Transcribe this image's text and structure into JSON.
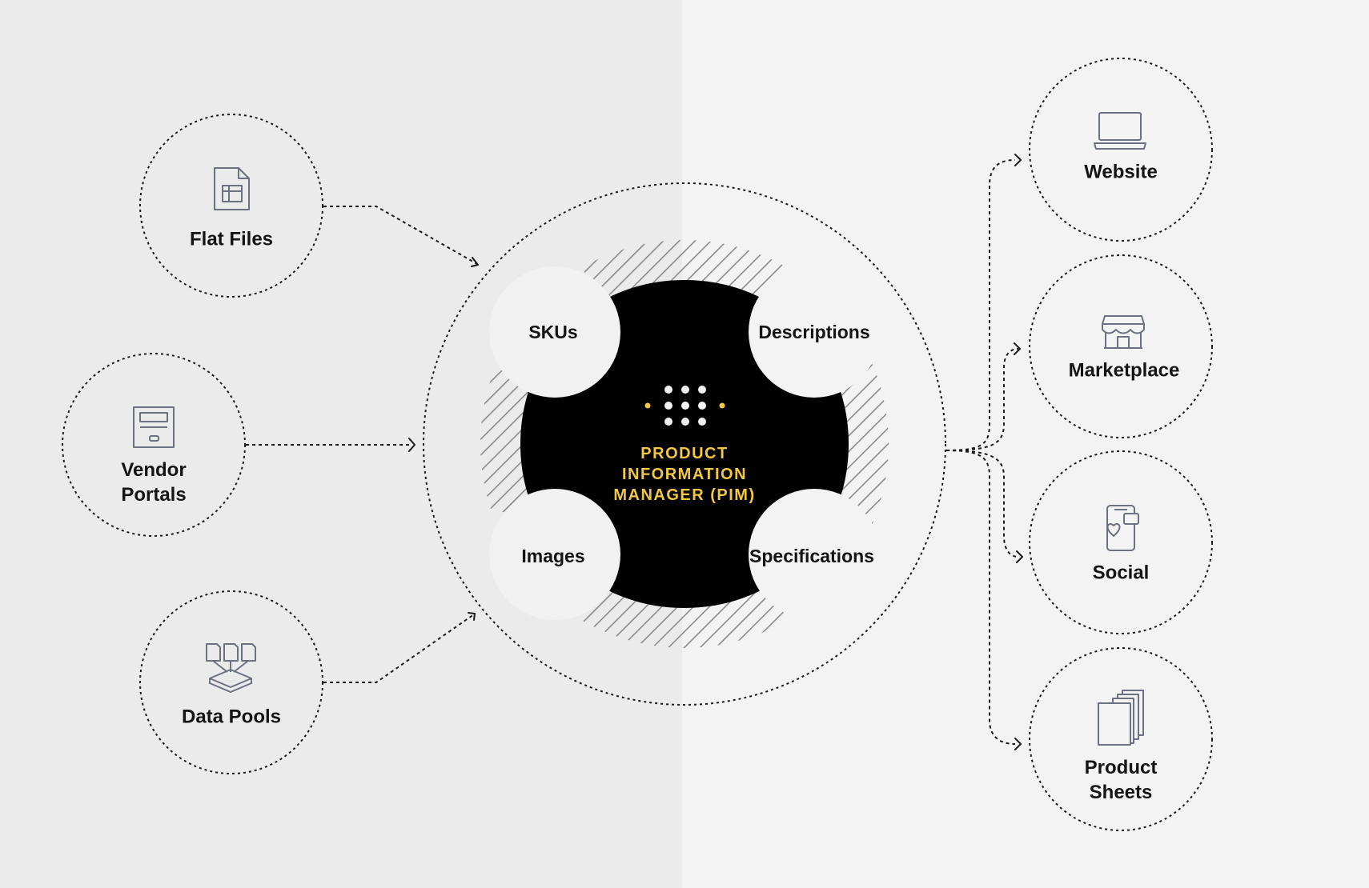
{
  "diagram": {
    "center": {
      "lines": [
        "PRODUCT",
        "INFORMATION",
        "MANAGER (PIM)"
      ],
      "accent_color": "#f2c744",
      "icon": "dot-grid-icon"
    },
    "attributes": [
      {
        "label": "SKUs"
      },
      {
        "label": "Descriptions"
      },
      {
        "label": "Images"
      },
      {
        "label": "Specifications"
      }
    ],
    "sources": [
      {
        "lines": [
          "Flat Files"
        ],
        "icon": "spreadsheet-file-icon"
      },
      {
        "lines": [
          "Vendor",
          "Portals"
        ],
        "icon": "portal-window-icon"
      },
      {
        "lines": [
          "Data Pools"
        ],
        "icon": "data-pool-icon"
      }
    ],
    "outputs": [
      {
        "lines": [
          "Website"
        ],
        "icon": "laptop-icon"
      },
      {
        "lines": [
          "Marketplace"
        ],
        "icon": "storefront-icon"
      },
      {
        "lines": [
          "Social"
        ],
        "icon": "phone-social-icon"
      },
      {
        "lines": [
          "Product",
          "Sheets"
        ],
        "icon": "stacked-sheets-icon"
      }
    ]
  }
}
